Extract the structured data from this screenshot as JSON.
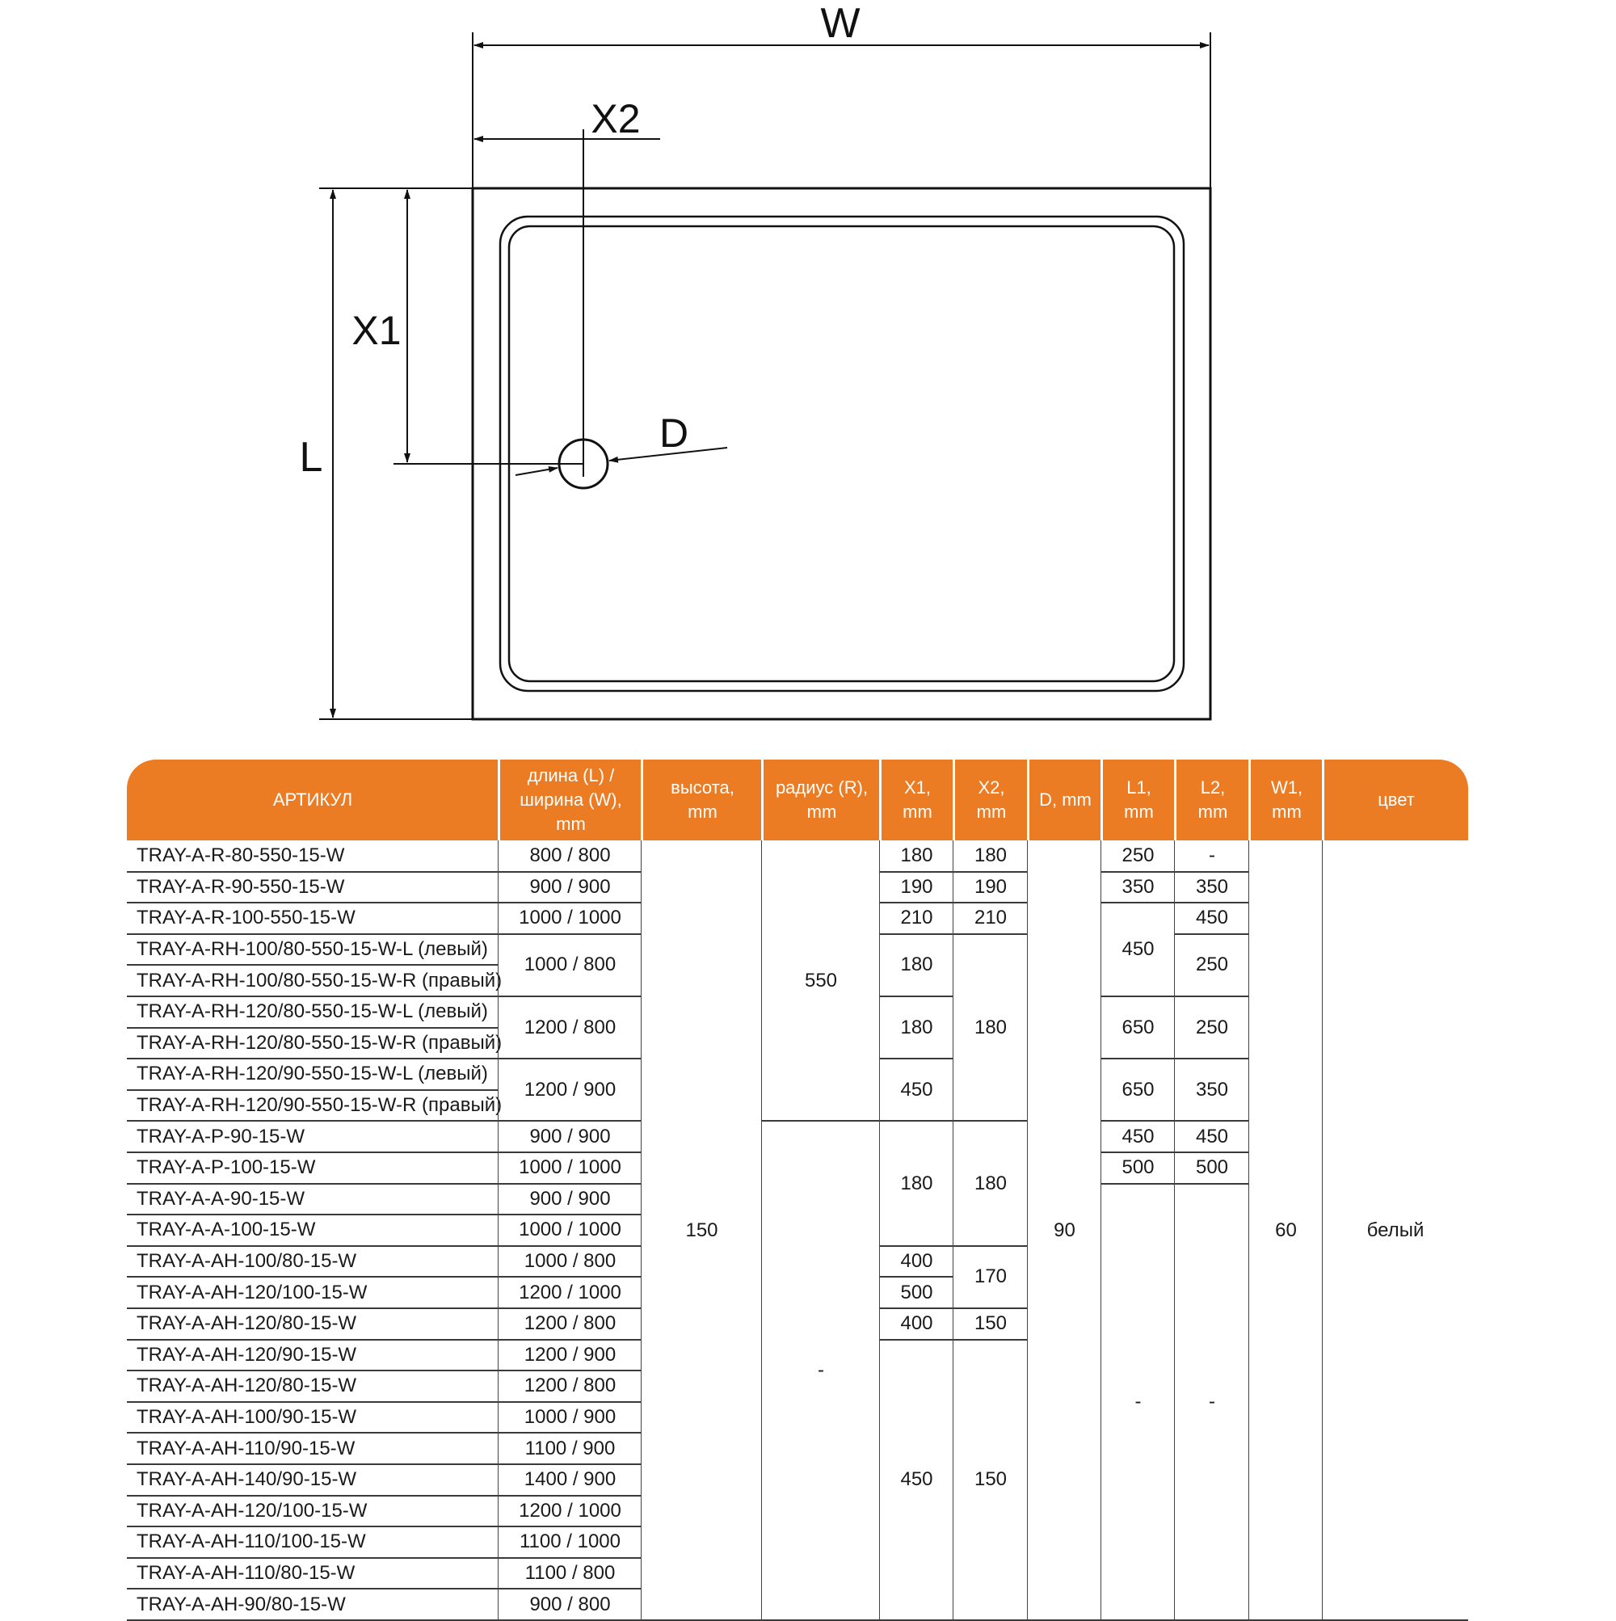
{
  "drawing": {
    "dim_w": "W",
    "dim_l": "L",
    "dim_x1": "X1",
    "dim_x2": "X2",
    "dim_d": "D"
  },
  "table": {
    "headers": [
      "АРТИКУЛ",
      "длина (L) /\nширина (W),\nmm",
      "высота,\nmm",
      "радиус (R),\nmm",
      "X1,\nmm",
      "X2,\nmm",
      "D, mm",
      "L1,\nmm",
      "L2,\nmm",
      "W1,\nmm",
      "цвет"
    ],
    "articles": [
      "TRAY-A-R-80-550-15-W",
      "TRAY-A-R-90-550-15-W",
      "TRAY-A-R-100-550-15-W",
      "TRAY-A-RH-100/80-550-15-W-L (левый)",
      "TRAY-A-RH-100/80-550-15-W-R (правый)",
      "TRAY-A-RH-120/80-550-15-W-L (левый)",
      "TRAY-A-RH-120/80-550-15-W-R (правый)",
      "TRAY-A-RH-120/90-550-15-W-L (левый)",
      "TRAY-A-RH-120/90-550-15-W-R (правый)",
      "TRAY-A-P-90-15-W",
      "TRAY-A-P-100-15-W",
      "TRAY-A-A-90-15-W",
      "TRAY-A-A-100-15-W",
      "TRAY-A-AH-100/80-15-W",
      "TRAY-A-AH-120/100-15-W",
      "TRAY-A-AH-120/80-15-W",
      "TRAY-A-AH-120/90-15-W",
      "TRAY-A-AH-120/80-15-W",
      "TRAY-A-AH-100/90-15-W",
      "TRAY-A-AH-110/90-15-W",
      "TRAY-A-AH-140/90-15-W",
      "TRAY-A-AH-120/100-15-W",
      "TRAY-A-AH-110/100-15-W",
      "TRAY-A-AH-110/80-15-W",
      "TRAY-A-AH-90/80-15-W"
    ],
    "cells": {
      "lw": [
        {
          "row": 0,
          "span": 1,
          "text": "800 / 800"
        },
        {
          "row": 1,
          "span": 1,
          "text": "900 / 900"
        },
        {
          "row": 2,
          "span": 1,
          "text": "1000 / 1000"
        },
        {
          "row": 3,
          "span": 2,
          "text": "1000 / 800"
        },
        {
          "row": 5,
          "span": 2,
          "text": "1200 / 800"
        },
        {
          "row": 7,
          "span": 2,
          "text": "1200 / 900"
        },
        {
          "row": 9,
          "span": 1,
          "text": "900 / 900"
        },
        {
          "row": 10,
          "span": 1,
          "text": "1000 / 1000"
        },
        {
          "row": 11,
          "span": 1,
          "text": "900 / 900"
        },
        {
          "row": 12,
          "span": 1,
          "text": "1000 / 1000"
        },
        {
          "row": 13,
          "span": 1,
          "text": "1000 / 800"
        },
        {
          "row": 14,
          "span": 1,
          "text": "1200 / 1000"
        },
        {
          "row": 15,
          "span": 1,
          "text": "1200 / 800"
        },
        {
          "row": 16,
          "span": 1,
          "text": "1200 / 900"
        },
        {
          "row": 17,
          "span": 1,
          "text": "1200 / 800"
        },
        {
          "row": 18,
          "span": 1,
          "text": "1000 / 900"
        },
        {
          "row": 19,
          "span": 1,
          "text": "1100 / 900"
        },
        {
          "row": 20,
          "span": 1,
          "text": "1400 / 900"
        },
        {
          "row": 21,
          "span": 1,
          "text": "1200 / 1000"
        },
        {
          "row": 22,
          "span": 1,
          "text": "1100 / 1000"
        },
        {
          "row": 23,
          "span": 1,
          "text": "1100 / 800"
        },
        {
          "row": 24,
          "span": 1,
          "text": "900 / 800"
        }
      ],
      "height": [
        {
          "row": 0,
          "span": 25,
          "text": "150"
        }
      ],
      "radius": [
        {
          "row": 0,
          "span": 9,
          "text": "550"
        },
        {
          "row": 9,
          "span": 16,
          "text": "-"
        }
      ],
      "x1": [
        {
          "row": 0,
          "span": 1,
          "text": "180"
        },
        {
          "row": 1,
          "span": 1,
          "text": "190"
        },
        {
          "row": 2,
          "span": 1,
          "text": "210"
        },
        {
          "row": 3,
          "span": 2,
          "text": "180"
        },
        {
          "row": 5,
          "span": 2,
          "text": "180"
        },
        {
          "row": 7,
          "span": 2,
          "text": "450"
        },
        {
          "row": 9,
          "span": 4,
          "text": "180"
        },
        {
          "row": 13,
          "span": 1,
          "text": "400"
        },
        {
          "row": 14,
          "span": 1,
          "text": "500"
        },
        {
          "row": 15,
          "span": 1,
          "text": "400"
        },
        {
          "row": 16,
          "span": 9,
          "text": "450"
        }
      ],
      "x2": [
        {
          "row": 0,
          "span": 1,
          "text": "180"
        },
        {
          "row": 1,
          "span": 1,
          "text": "190"
        },
        {
          "row": 2,
          "span": 1,
          "text": "210"
        },
        {
          "row": 3,
          "span": 6,
          "text": "180"
        },
        {
          "row": 9,
          "span": 4,
          "text": "180"
        },
        {
          "row": 13,
          "span": 2,
          "text": "170"
        },
        {
          "row": 15,
          "span": 1,
          "text": "150"
        },
        {
          "row": 16,
          "span": 9,
          "text": "150"
        }
      ],
      "d": [
        {
          "row": 0,
          "span": 25,
          "text": "90"
        }
      ],
      "l1": [
        {
          "row": 0,
          "span": 1,
          "text": "250"
        },
        {
          "row": 1,
          "span": 1,
          "text": "350"
        },
        {
          "row": 2,
          "span": 3,
          "text": "450"
        },
        {
          "row": 5,
          "span": 2,
          "text": "650"
        },
        {
          "row": 7,
          "span": 2,
          "text": "650"
        },
        {
          "row": 9,
          "span": 1,
          "text": "450"
        },
        {
          "row": 10,
          "span": 1,
          "text": "500"
        },
        {
          "row": 11,
          "span": 14,
          "text": "-"
        }
      ],
      "l2": [
        {
          "row": 0,
          "span": 1,
          "text": "-"
        },
        {
          "row": 1,
          "span": 1,
          "text": "350"
        },
        {
          "row": 2,
          "span": 1,
          "text": "450"
        },
        {
          "row": 3,
          "span": 2,
          "text": "250"
        },
        {
          "row": 5,
          "span": 2,
          "text": "250"
        },
        {
          "row": 7,
          "span": 2,
          "text": "350"
        },
        {
          "row": 9,
          "span": 1,
          "text": "450"
        },
        {
          "row": 10,
          "span": 1,
          "text": "500"
        },
        {
          "row": 11,
          "span": 14,
          "text": "-"
        }
      ],
      "w1": [
        {
          "row": 0,
          "span": 25,
          "text": "60"
        }
      ],
      "color": [
        {
          "row": 0,
          "span": 25,
          "text": "белый"
        }
      ]
    }
  },
  "colors": {
    "header_bg": "#ec7c23",
    "header_text": "#ffffff",
    "lines": "#3a3a3a"
  }
}
